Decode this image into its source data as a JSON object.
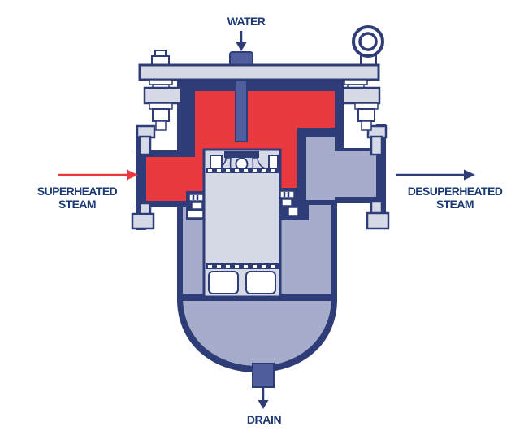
{
  "labels": {
    "water": "WATER",
    "superheated_line1": "SUPERHEATED",
    "superheated_line2": "STEAM",
    "desuperheated_line1": "DESUPERHEATED",
    "desuperheated_line2": "STEAM",
    "drain": "DRAIN"
  },
  "colors": {
    "outline": "#2e3d78",
    "text": "#1d3a74",
    "red": "#e8393f",
    "steel": "#d6dae6",
    "body": "#a6adca",
    "slate": "#4e5e9e",
    "white": "#ffffff"
  }
}
